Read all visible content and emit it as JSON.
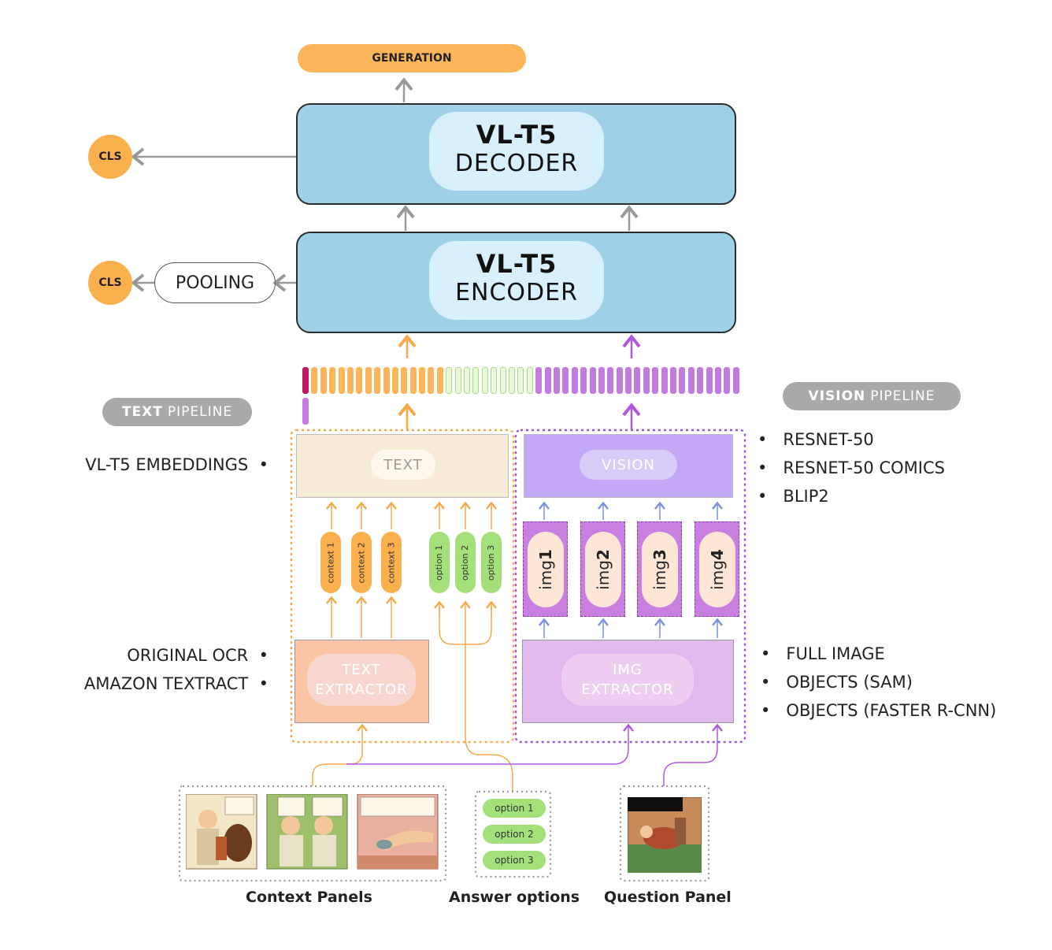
{
  "generation": "GENERATION",
  "cls": [
    "CLS",
    "CLS"
  ],
  "pooling": "POOLING",
  "decoder": {
    "title": "VL-T5",
    "subtitle": "DECODER"
  },
  "encoder": {
    "title": "VL-T5",
    "subtitle": "ENCODER"
  },
  "text_pipeline": {
    "bold": "TEXT",
    "rest": "PIPELINE"
  },
  "vision_pipeline": {
    "bold": "VISION",
    "rest": "PIPELINE"
  },
  "text_box": "TEXT",
  "vision_box": "VISION",
  "text_extractor": [
    "TEXT",
    "EXTRACTOR"
  ],
  "img_extractor": [
    "IMG",
    "EXTRACTOR"
  ],
  "text_embeddings_label": "VL-T5 EMBEDDINGS",
  "text_ocr_options": [
    "ORIGINAL OCR",
    "AMAZON TEXTRACT"
  ],
  "vision_backbones": [
    "RESNET-50",
    "RESNET-50 COMICS",
    "BLIP2"
  ],
  "vision_inputs": [
    "FULL IMAGE",
    "OBJECTS (SAM)",
    "OBJECTS (FASTER R-CNN)"
  ],
  "context_pills": [
    "context 1",
    "context 2",
    "context 3"
  ],
  "option_pills": [
    "option 1",
    "option 2",
    "option 3"
  ],
  "img_pills": [
    {
      "prefix": "img",
      "num": "1"
    },
    {
      "prefix": "img",
      "num": "2"
    },
    {
      "prefix": "img",
      "num": "3"
    },
    {
      "prefix": "img",
      "num": "4"
    }
  ],
  "answer_options": [
    "option 1",
    "option 2",
    "option 3"
  ],
  "captions": {
    "context": "Context Panels",
    "answers": "Answer options",
    "question": "Question Panel"
  },
  "colors": {
    "orange": "#fdb55a",
    "blue": "#9ed0e8",
    "text_token": "#fdb55a",
    "option_token": "#a4e07a",
    "vision_token": "#c47be0",
    "special_token": "#c2185b"
  }
}
